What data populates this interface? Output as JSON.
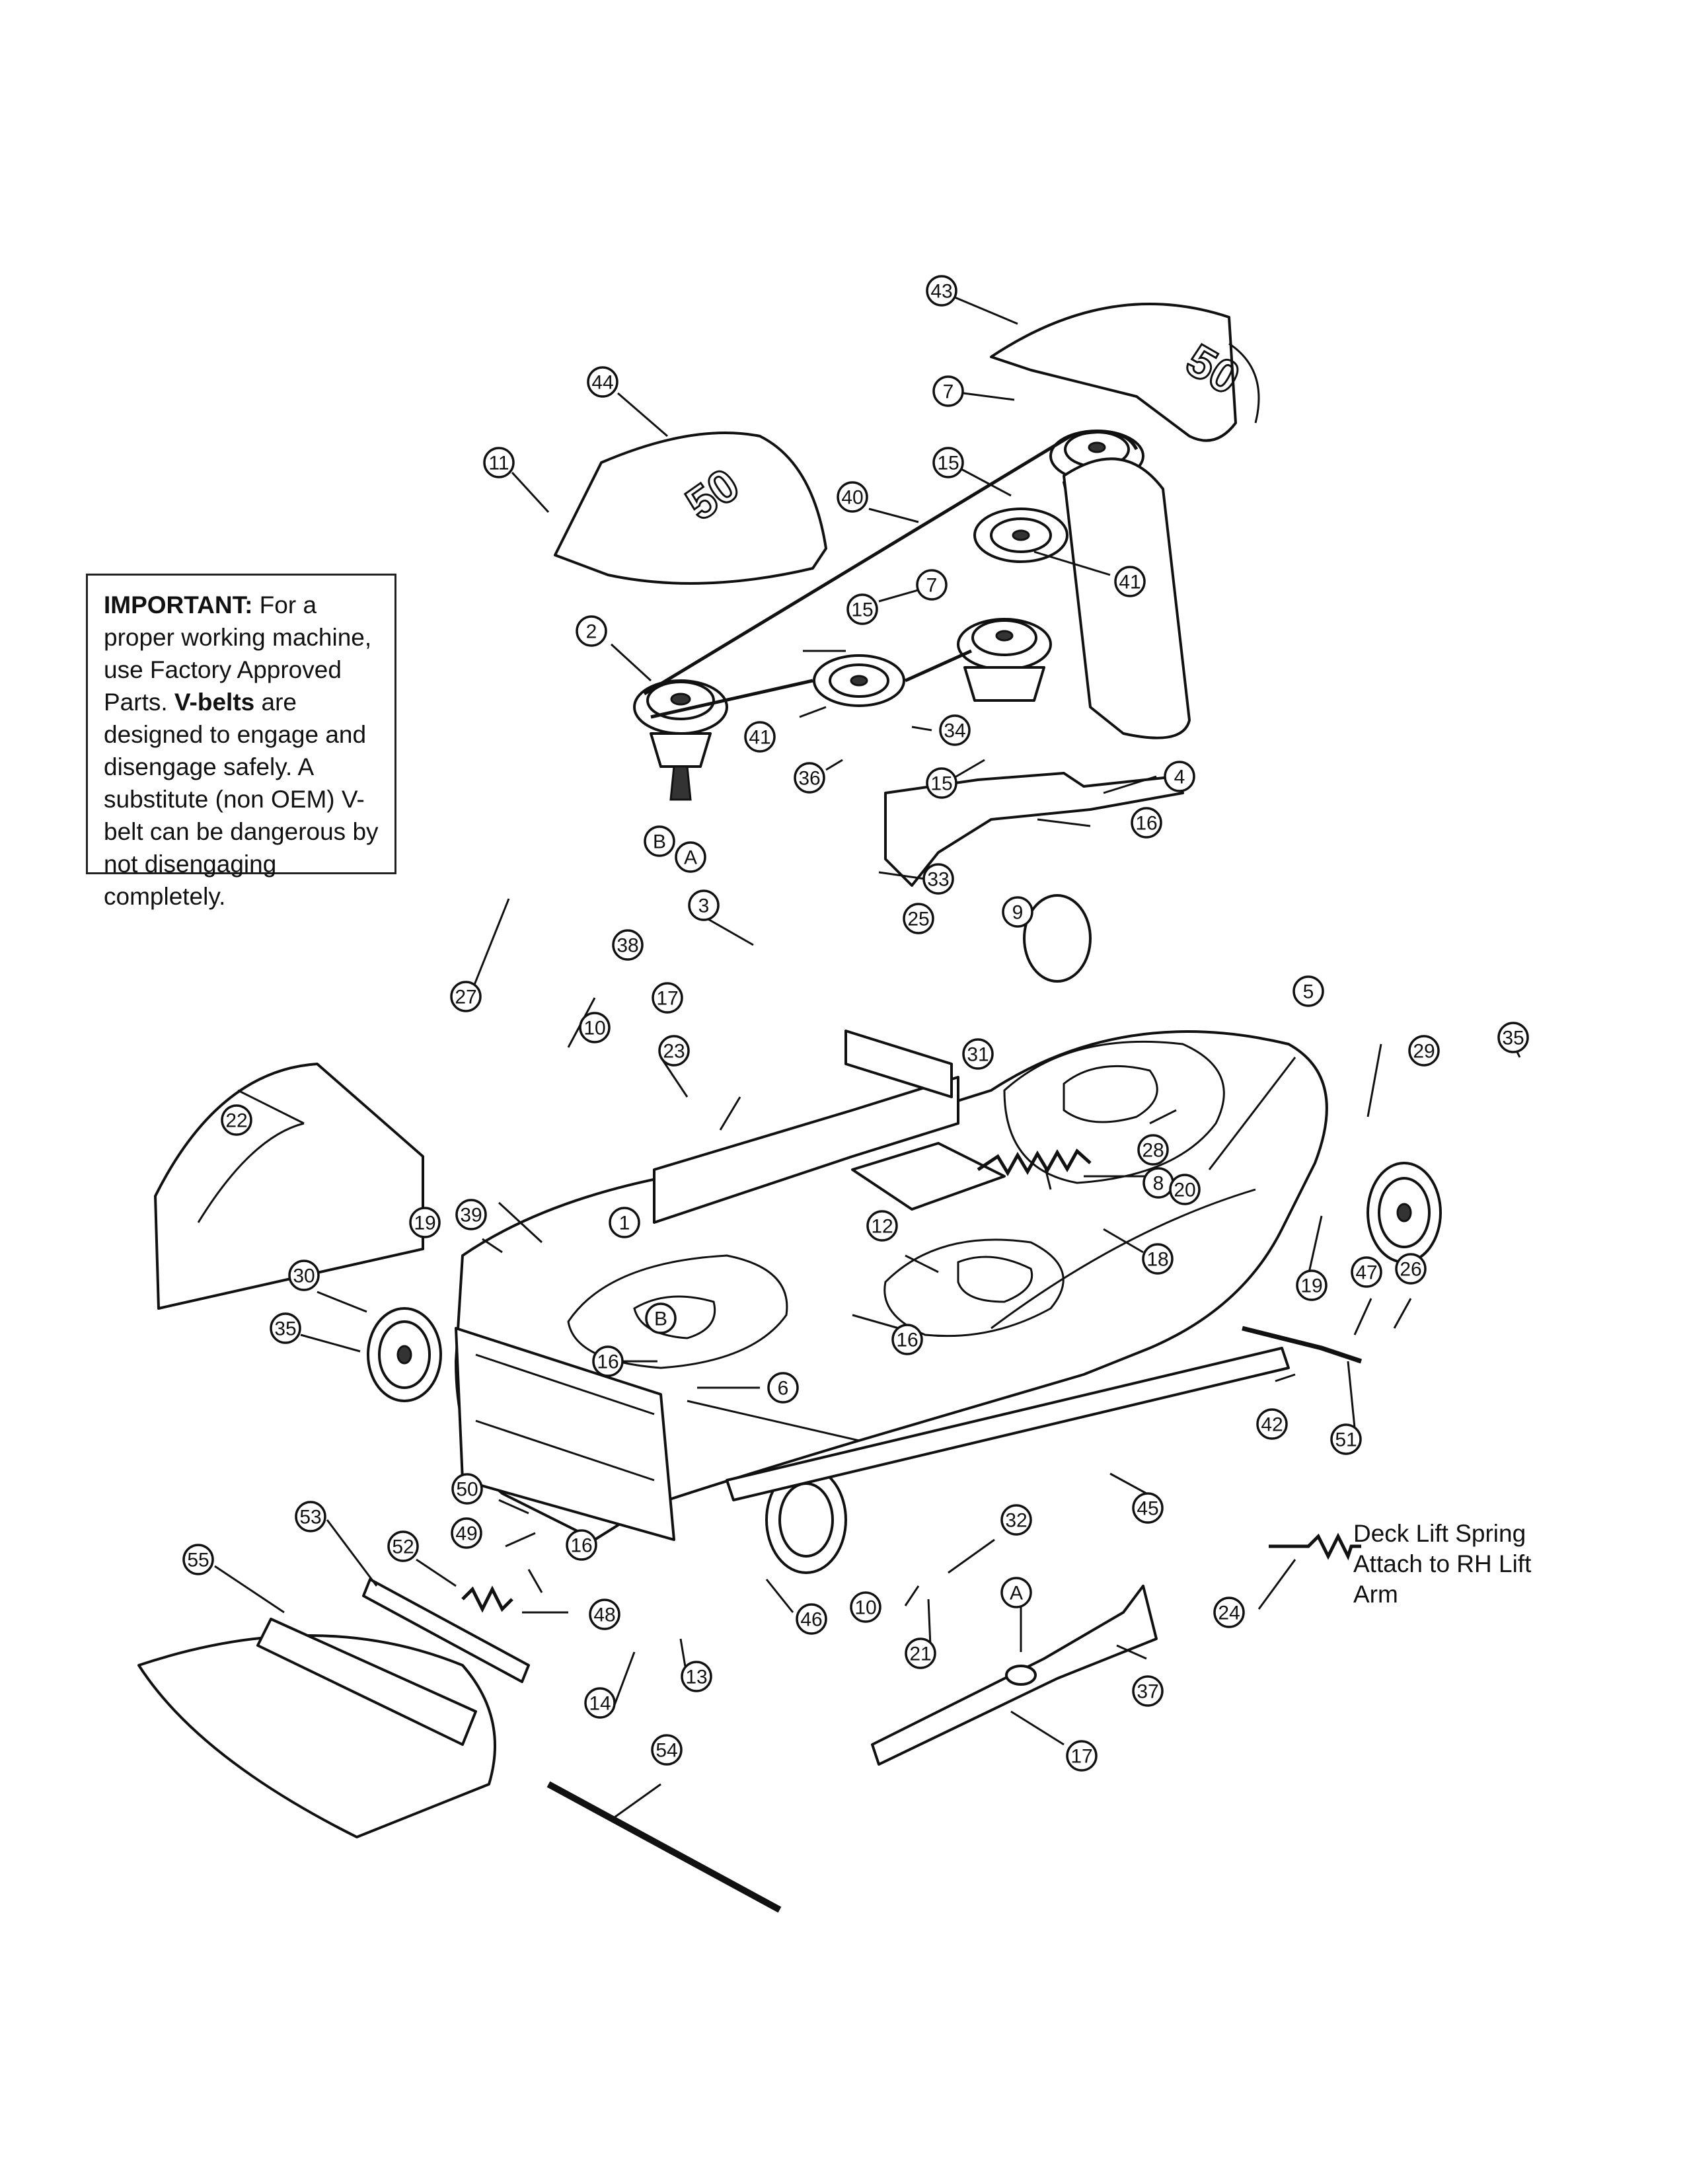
{
  "notice": {
    "important_label": "IMPORTANT:",
    "text_1": " For a proper working machine, use Factory Approved Parts. ",
    "vbelts_label": "V-belts",
    "text_2": " are designed to engage and disengage safely. A substitute (non OEM) V-belt can be dangerous by not disengaging completely."
  },
  "deck_lift_note": {
    "line_1": "Deck Lift Spring",
    "line_2": "Attach to RH Lift",
    "line_3": "Arm"
  },
  "shield_marking": "50",
  "callouts": [
    "43",
    "44",
    "7",
    "11",
    "15",
    "40",
    "41",
    "2",
    "15",
    "41",
    "7",
    "34",
    "36",
    "15",
    "4",
    "16",
    "33",
    "3",
    "27",
    "38",
    "25",
    "9",
    "17",
    "23",
    "31",
    "5",
    "29",
    "35",
    "22",
    "10",
    "1",
    "28",
    "8",
    "20",
    "19",
    "39",
    "12",
    "18",
    "16",
    "19",
    "47",
    "26",
    "30",
    "35",
    "16",
    "6",
    "42",
    "51",
    "50",
    "49",
    "16",
    "48",
    "53",
    "52",
    "55",
    "14",
    "13",
    "10",
    "21",
    "32",
    "46",
    "45",
    "24",
    "A",
    "37",
    "17",
    "54",
    "B",
    "A",
    "B"
  ]
}
